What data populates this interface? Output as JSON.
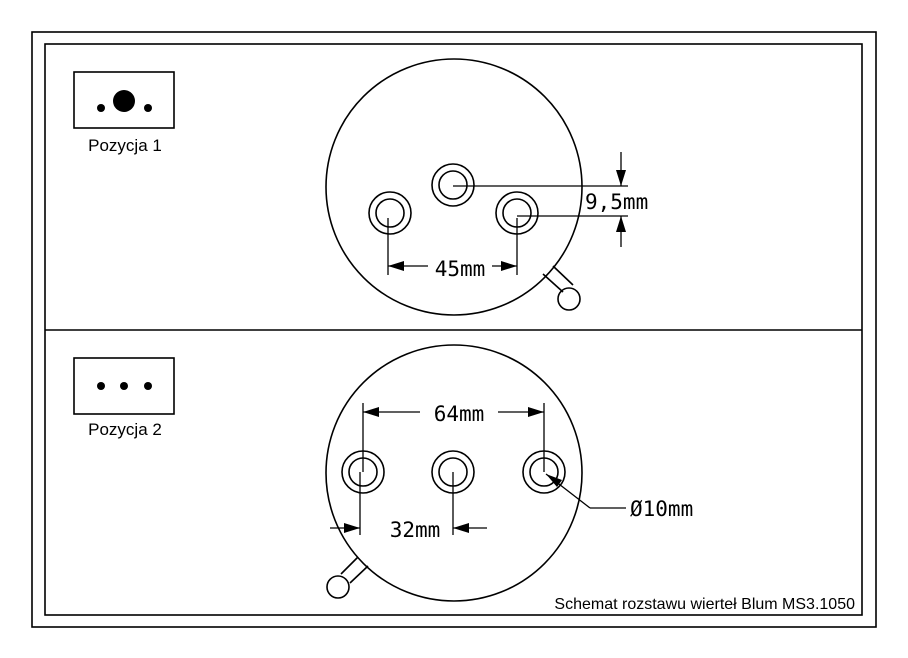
{
  "panel1": {
    "label": "Pozycja 1",
    "dim_spacing": "45mm",
    "dim_offset": "9,5mm"
  },
  "panel2": {
    "label": "Pozycja 2",
    "dim_outer": "64mm",
    "dim_inner": "32mm",
    "dim_diameter": "Ø10mm"
  },
  "caption": "Schemat rozstawu wierteł Blum MS3.1050"
}
